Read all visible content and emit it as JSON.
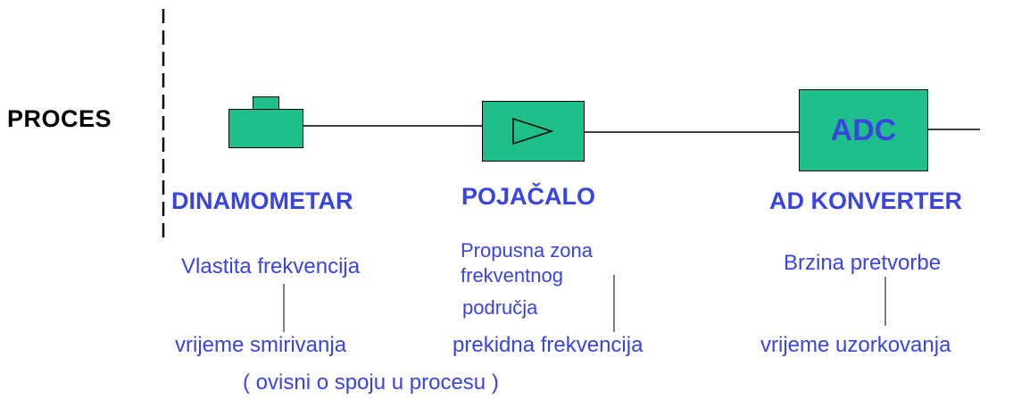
{
  "process_label": "PROCES",
  "blocks": [
    {
      "title": "DINAMOMETAR",
      "property": "Vlastita frekvencija",
      "derived": "vrijeme smirivanja",
      "note": "( ovisni  o spoju u procesu )"
    },
    {
      "title": "POJAČALO",
      "property_lines": [
        "Propusna zona",
        "frekventnog",
        "područja"
      ],
      "derived": "prekidna frekvencija"
    },
    {
      "title": "AD KONVERTER",
      "box_label": "ADC",
      "property": "Brzina pretvorbe",
      "derived": "vrijeme uzorkovanja"
    }
  ],
  "colors": {
    "box_fill": "#1fbf8c",
    "text_blue": "#3a44e0",
    "line": "#000000"
  }
}
